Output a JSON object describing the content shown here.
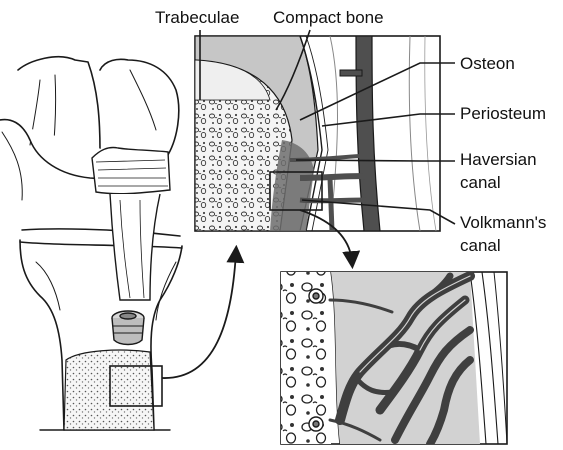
{
  "labels": {
    "trabeculae": "Trabeculae",
    "compact_bone": "Compact bone",
    "osteon": "Osteon",
    "periosteum": "Periosteum",
    "haversian_line1": "Haversian",
    "haversian_line2": "canal",
    "volkmann_line1": "Volkmann's",
    "volkmann_line2": "canal"
  },
  "colors": {
    "ink": "#1a1a1a",
    "compact_bone_fill": "#c8c8c8",
    "vessel_fill": "#555555",
    "marrow_fill": "#f2f2f2",
    "background": "#ffffff"
  }
}
